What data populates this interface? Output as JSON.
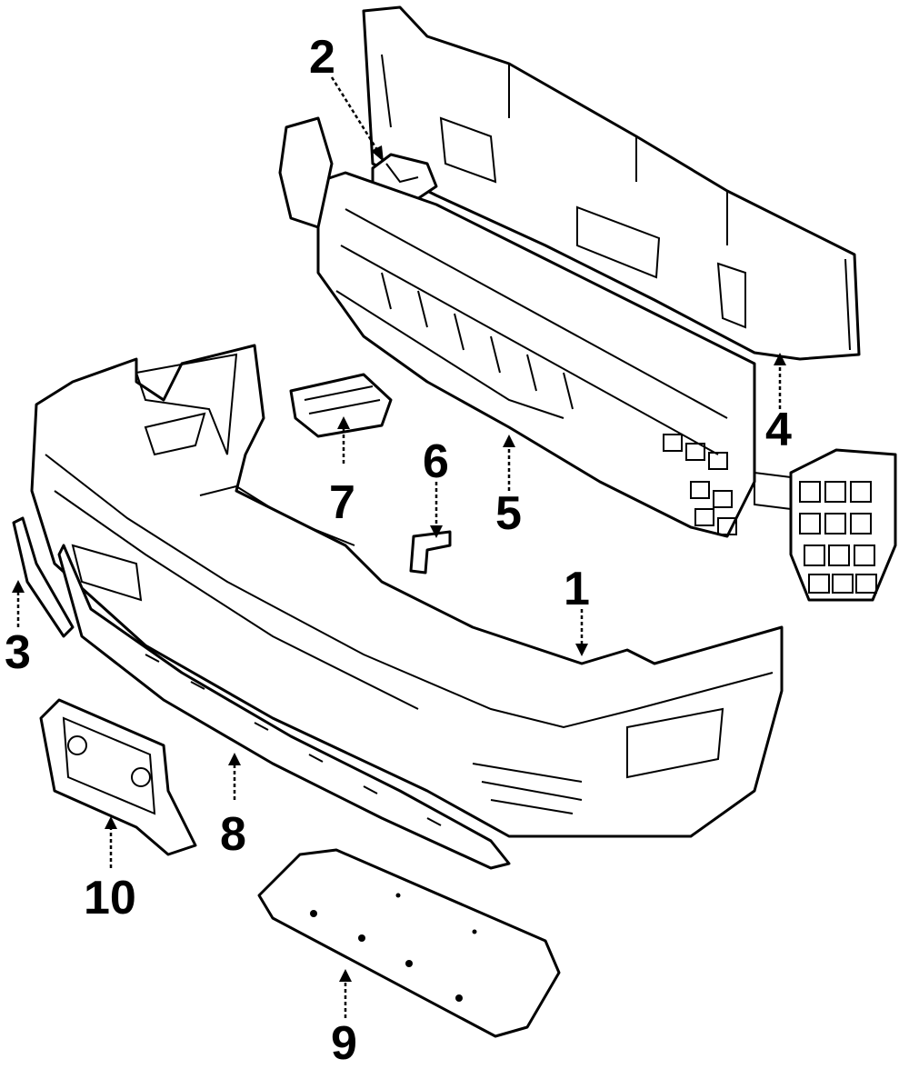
{
  "diagram": {
    "callouts": [
      {
        "id": "1",
        "text": "1"
      },
      {
        "id": "2",
        "text": "2"
      },
      {
        "id": "3",
        "text": "3"
      },
      {
        "id": "4",
        "text": "4"
      },
      {
        "id": "5",
        "text": "5"
      },
      {
        "id": "6",
        "text": "6"
      },
      {
        "id": "7",
        "text": "7"
      },
      {
        "id": "8",
        "text": "8"
      },
      {
        "id": "9",
        "text": "9"
      },
      {
        "id": "10",
        "text": "10"
      }
    ]
  }
}
